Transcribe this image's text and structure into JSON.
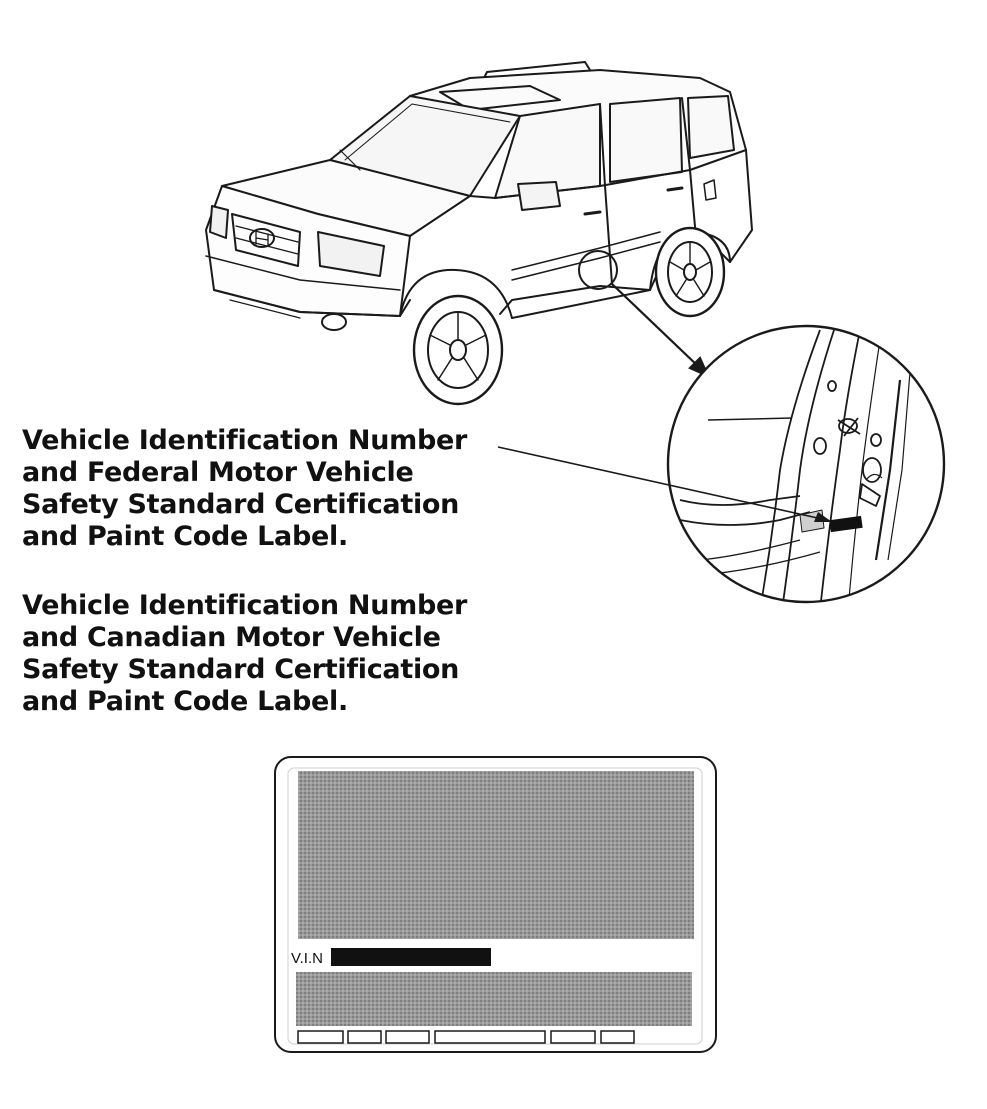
{
  "captions": {
    "federal": [
      "Vehicle Identification Number",
      "and Federal Motor Vehicle",
      "Safety Standard Certification",
      "and Paint Code Label."
    ],
    "canadian": [
      "Vehicle Identification Number",
      "and Canadian Motor Vehicle",
      "Safety Standard Certification",
      "and Paint Code Label."
    ]
  },
  "label": {
    "vin_prefix": "V.I.N"
  },
  "colors": {
    "line": "#1a1a1a",
    "label_fill": "#8c8c8c",
    "vin_bar": "#111111"
  },
  "icons": [
    "suv-illustration",
    "door-jamb-detail",
    "certification-label"
  ]
}
